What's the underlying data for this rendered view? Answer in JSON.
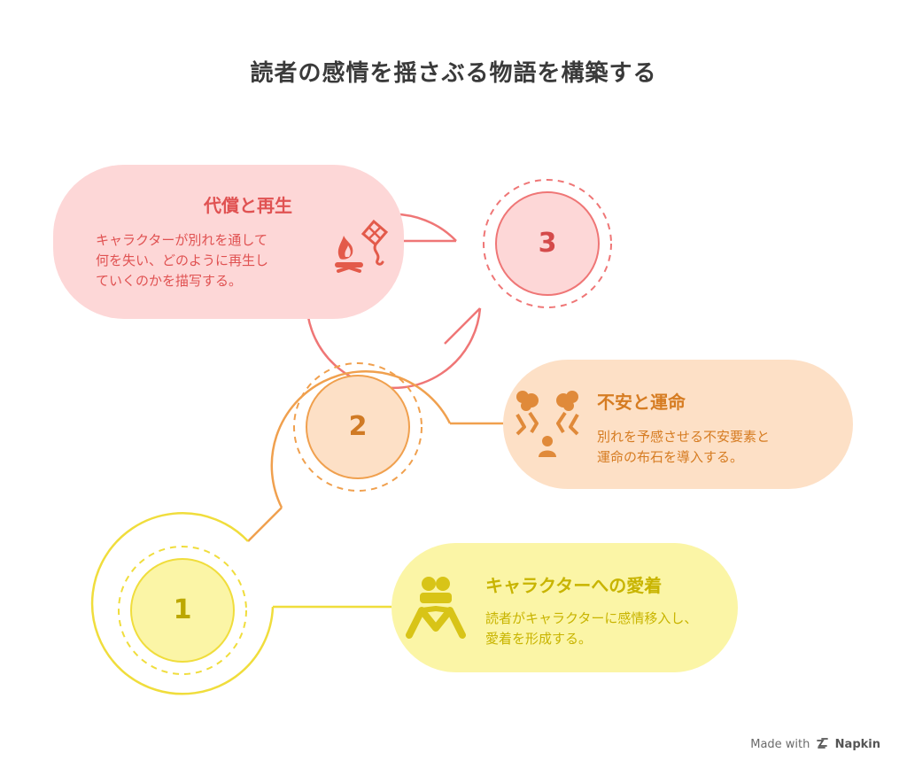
{
  "title": "読者の感情を揺さぶる物語を構築する",
  "steps": [
    {
      "number": "1",
      "title": "キャラクターへの愛着",
      "body": "読者がキャラクターに感情移入し、\n愛着を形成する。",
      "icon": "hugging-people-icon",
      "colors": {
        "card": "#fbf5a6",
        "ring": "#f0dd3c",
        "text": "#c8b400",
        "icon": "#d8c417",
        "num": "#bca700"
      }
    },
    {
      "number": "2",
      "title": "不安と運命",
      "body": "別れを予感させる不安要素と\n運命の布石を導入する。",
      "icon": "foreboding-storm-icon",
      "colors": {
        "card": "#fde0c6",
        "ring": "#f0a04e",
        "text": "#d67c22",
        "icon": "#e08a3a",
        "num": "#d07a24"
      }
    },
    {
      "number": "3",
      "title": "代償と再生",
      "body": "キャラクターが別れを通して\n何を失い、どのように再生し\nていくのかを描写する。",
      "icon": "campfire-kite-icon",
      "colors": {
        "card": "#fdd7d7",
        "ring": "#ef7676",
        "text": "#e05252",
        "icon": "#e35a4a",
        "num": "#d44a4a"
      }
    }
  ],
  "footer": {
    "made_with": "Made with",
    "brand": "Napkin"
  }
}
